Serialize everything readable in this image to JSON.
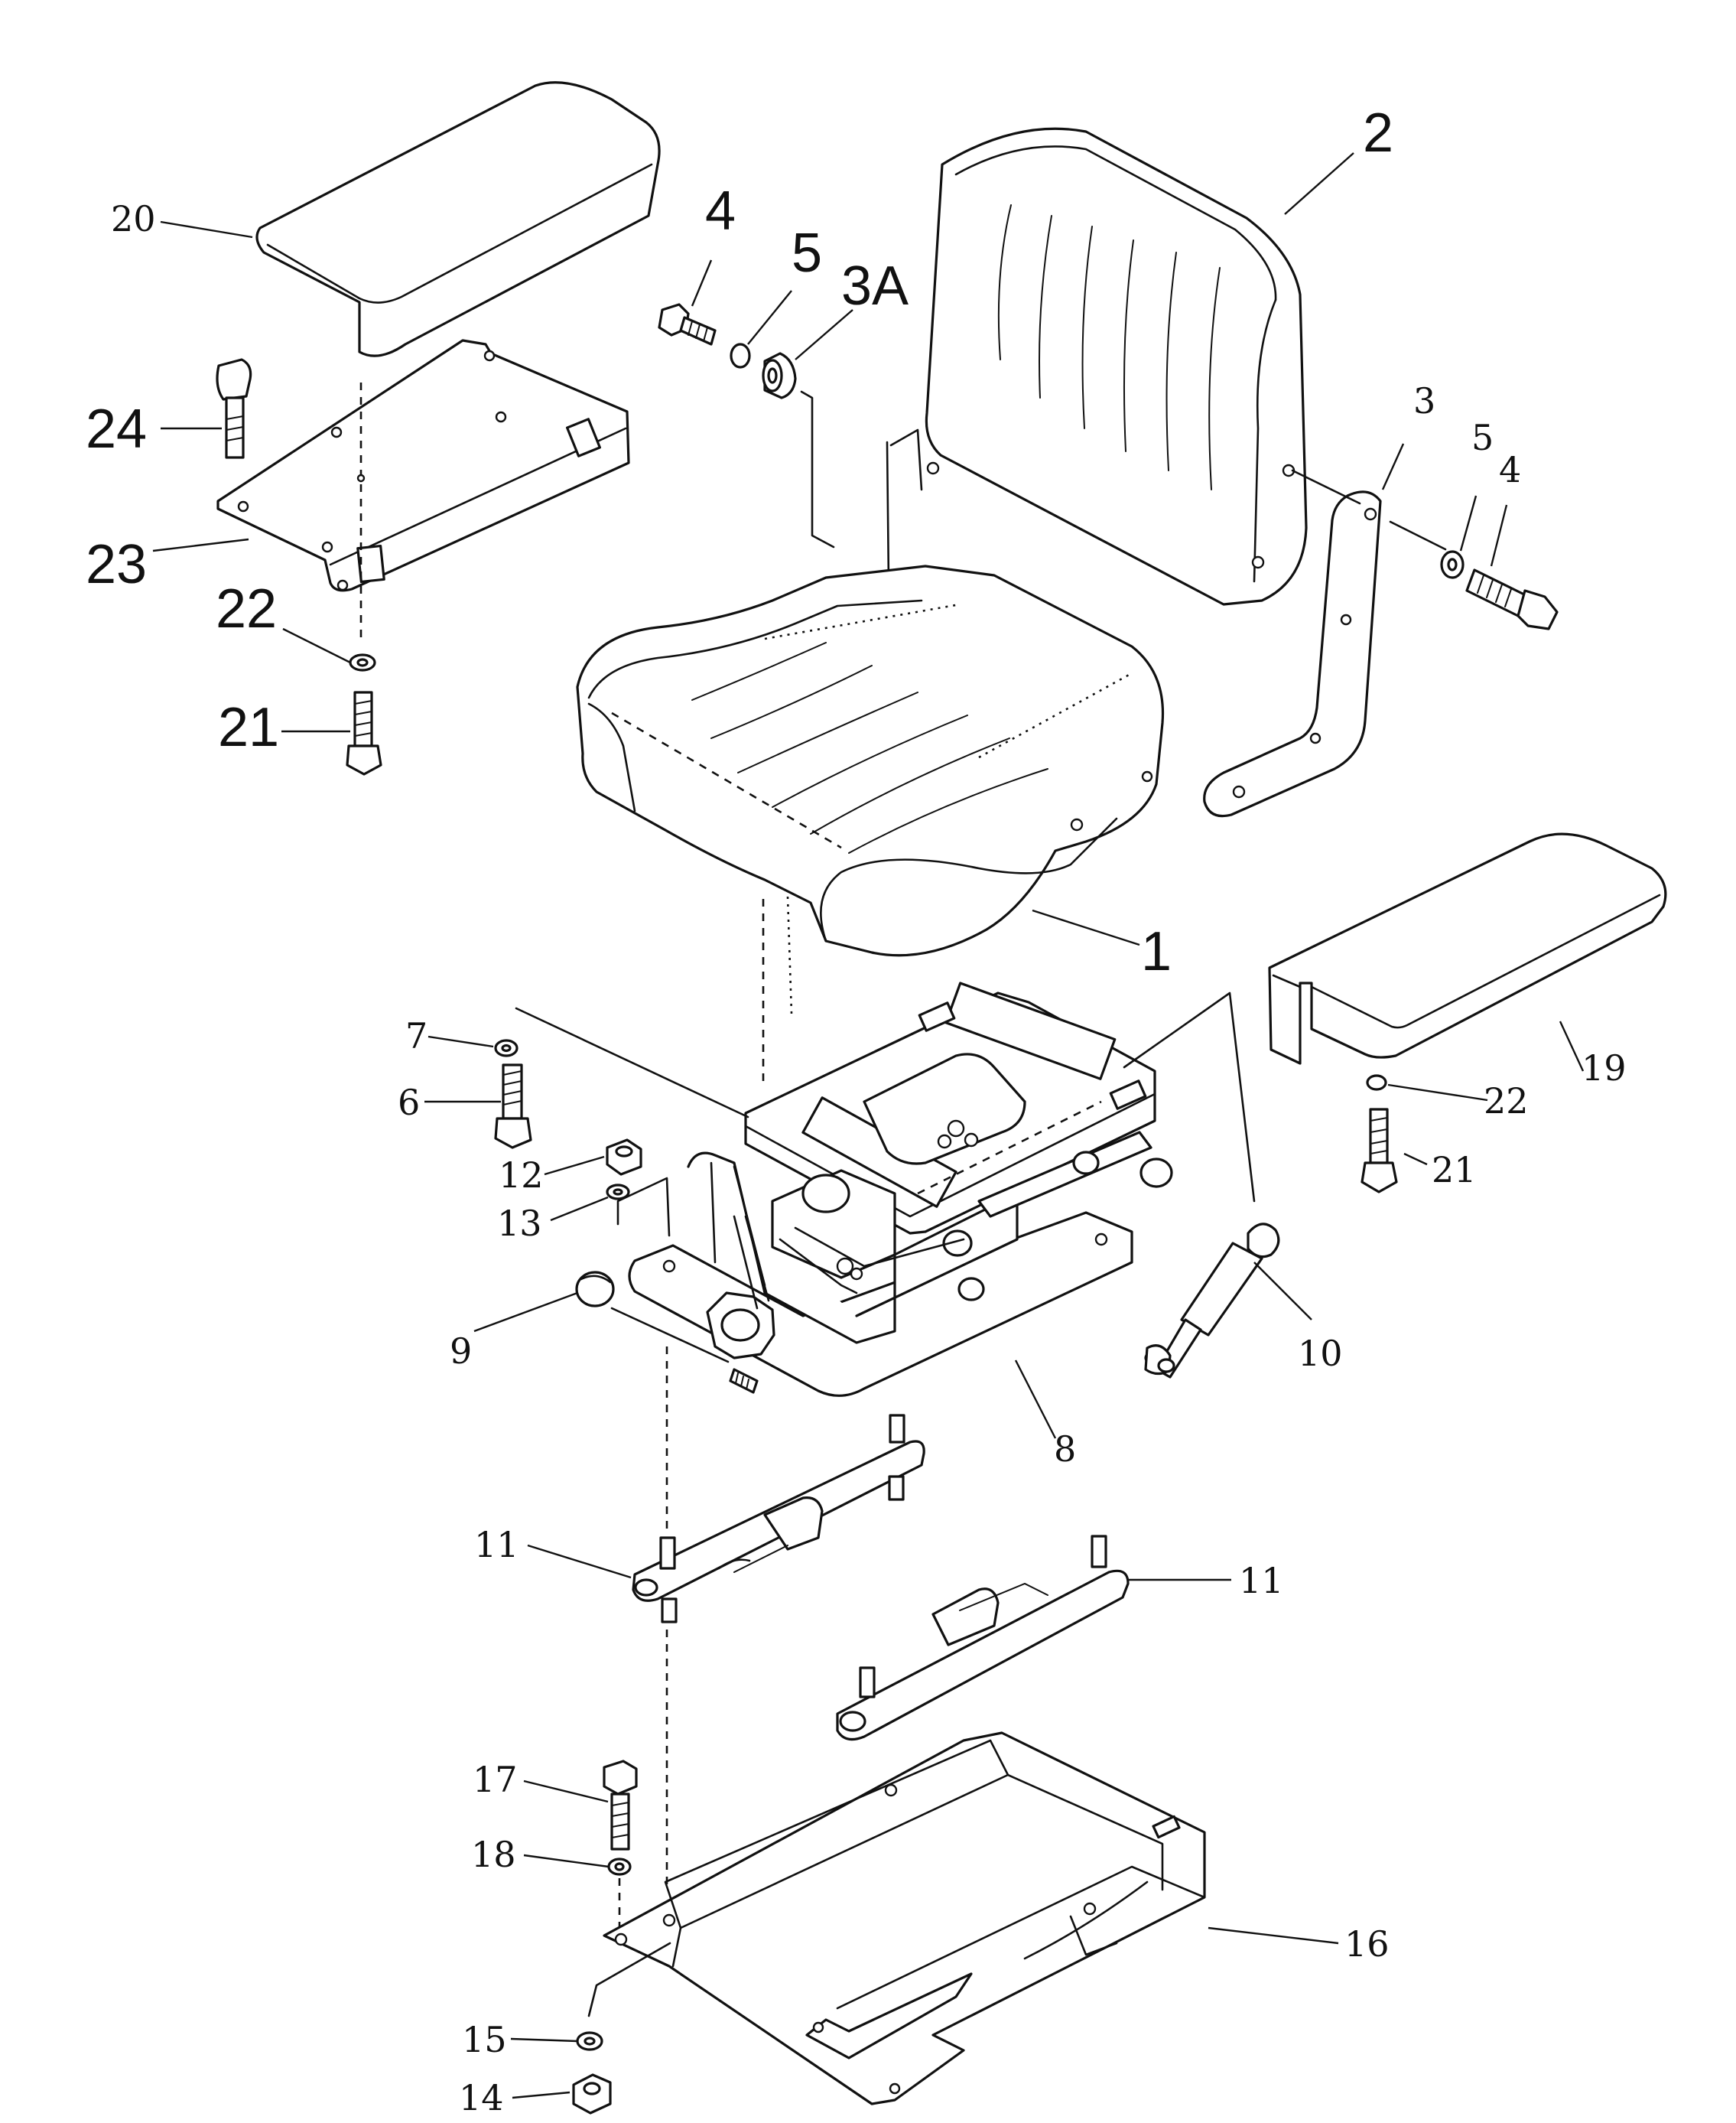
{
  "diagram": {
    "callouts": [
      {
        "id": "1",
        "text": "1"
      },
      {
        "id": "2",
        "text": "2"
      },
      {
        "id": "3",
        "text": "3"
      },
      {
        "id": "3A",
        "text": "3A"
      },
      {
        "id": "4a",
        "text": "4"
      },
      {
        "id": "4b",
        "text": "4"
      },
      {
        "id": "5a",
        "text": "5"
      },
      {
        "id": "5b",
        "text": "5"
      },
      {
        "id": "6",
        "text": "6"
      },
      {
        "id": "7",
        "text": "7"
      },
      {
        "id": "8",
        "text": "8"
      },
      {
        "id": "9",
        "text": "9"
      },
      {
        "id": "10",
        "text": "10"
      },
      {
        "id": "11a",
        "text": "11"
      },
      {
        "id": "11b",
        "text": "11"
      },
      {
        "id": "12",
        "text": "12"
      },
      {
        "id": "13",
        "text": "13"
      },
      {
        "id": "14",
        "text": "14"
      },
      {
        "id": "15",
        "text": "15"
      },
      {
        "id": "16",
        "text": "16"
      },
      {
        "id": "17",
        "text": "17"
      },
      {
        "id": "18",
        "text": "18"
      },
      {
        "id": "19",
        "text": "19"
      },
      {
        "id": "20",
        "text": "20"
      },
      {
        "id": "21a",
        "text": "21"
      },
      {
        "id": "21b",
        "text": "21"
      },
      {
        "id": "22a",
        "text": "22"
      },
      {
        "id": "22b",
        "text": "22"
      },
      {
        "id": "23",
        "text": "23"
      },
      {
        "id": "24",
        "text": "24"
      }
    ]
  }
}
